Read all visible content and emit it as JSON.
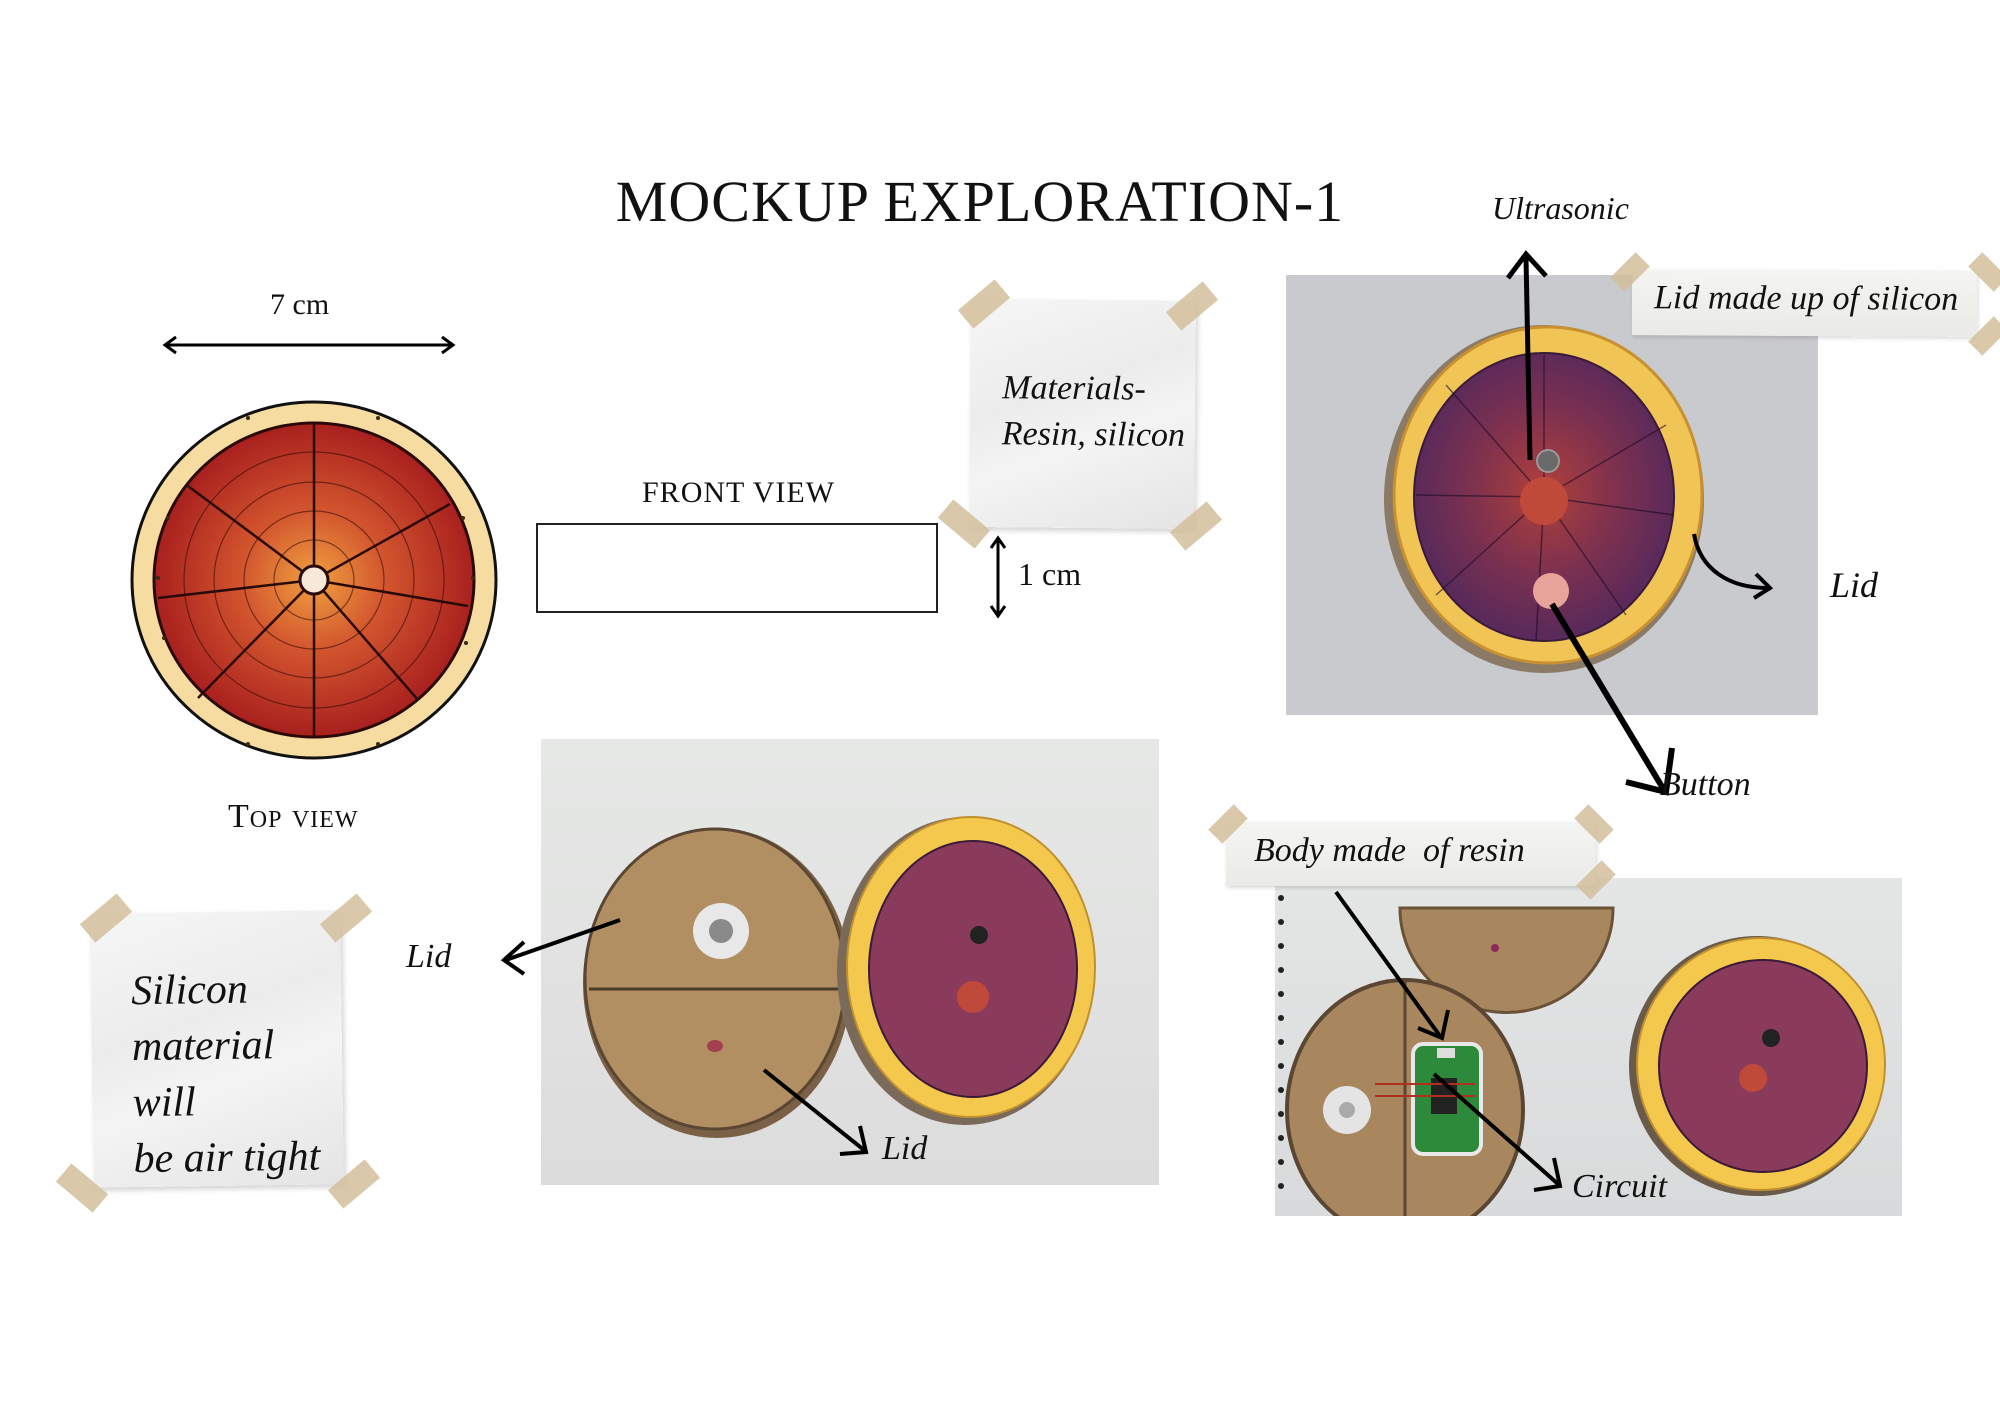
{
  "page": {
    "title": "MOCKUP EXPLORATION-1"
  },
  "top_view": {
    "dimension_label": "7 cm",
    "caption": "Top view"
  },
  "front_view": {
    "caption": "FRONT VIEW",
    "height_label": "1 cm"
  },
  "notes": {
    "materials_line1": "Materials-",
    "materials_line2": "Resin, silicon",
    "silicon_line1": "Silicon",
    "silicon_line2": "material will",
    "silicon_line3": "be air tight"
  },
  "photo_top_right": {
    "label_ultrasonic": "Ultrasonic",
    "label_lid_strip": "Lid made up of silicon",
    "label_lid": "Lid",
    "label_button": "Button"
  },
  "photo_bottom_middle": {
    "label_lid_left": "Lid",
    "label_lid_bottom": "Lid"
  },
  "photo_bottom_right": {
    "label_body_strip": "Body made  of resin",
    "label_circuit": "Circuit"
  },
  "colors": {
    "photo_bg": "#c9cacd",
    "tape": "#d2be9b",
    "fruit_red": "#b8302a",
    "rind": "#f0c95a",
    "cardboard": "#a8875e",
    "button_pink": "#e8a49a"
  }
}
